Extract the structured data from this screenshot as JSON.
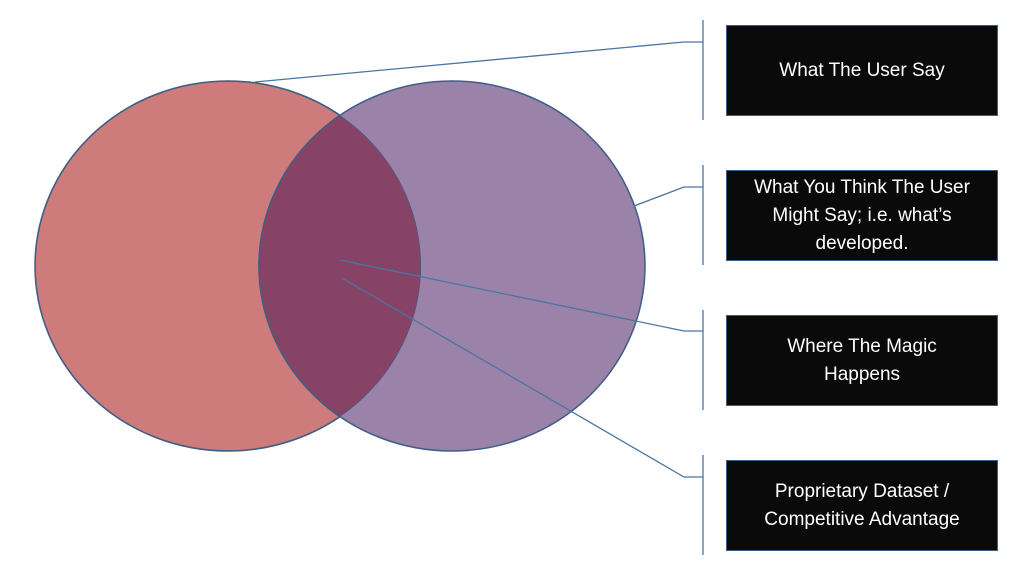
{
  "diagram": {
    "colors": {
      "left_circle": "#cd7b7b",
      "right_circle": "#9b82a8",
      "overlap": "#874365",
      "circle_stroke": "#3e5f85",
      "connector": "#4a75a3",
      "box_fill": "#0a0a0a",
      "box_text": "#ffffff"
    },
    "labels": {
      "user_say": "What The User Say",
      "you_think": "What You Think The User Might Say; i.e. what’s developed.",
      "magic": "Where The Magic Happens",
      "proprietary": "Proprietary Dataset / Competitive Advantage"
    }
  }
}
